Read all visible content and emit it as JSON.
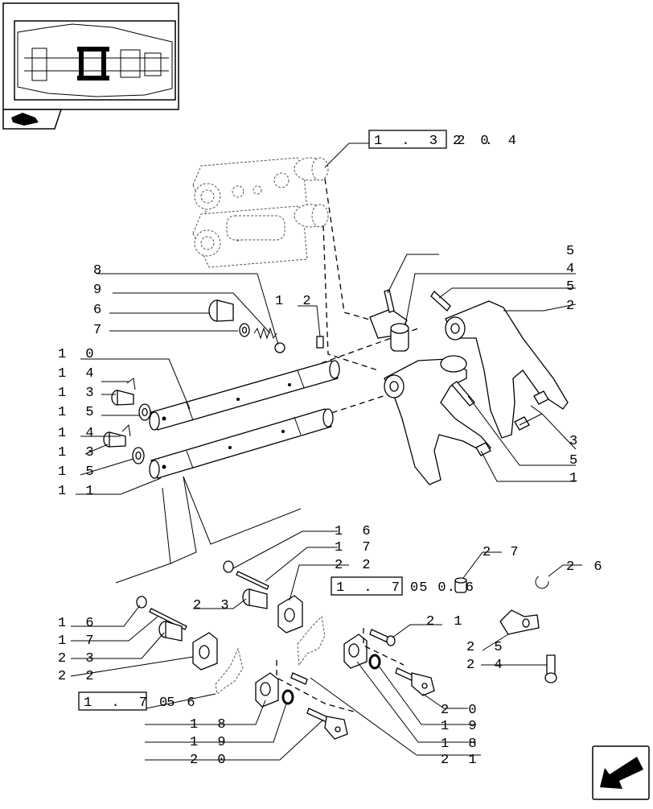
{
  "refs": {
    "r1": "1 . 3 2 .",
    "r1_tail": "2   0 4",
    "r2": "1 . 7 5 .",
    "r2_tail": "0   0 6",
    "r3": "1 . 7 5",
    "r3_tail": "0 6"
  },
  "callouts": {
    "c1": "1",
    "c2": "2",
    "c3": "3",
    "c4": "4",
    "c5a": "5",
    "c5b": "5",
    "c5c": "5",
    "c6": "6",
    "c7": "7",
    "c8": "8",
    "c9": "9",
    "c10": "1 0",
    "c11": "1 1",
    "c12": "1 2",
    "c13a": "1 3",
    "c13b": "1 3",
    "c14a": "1 4",
    "c14b": "1 4",
    "c15a": "1 5",
    "c15b": "1 5",
    "c16a": "1 6",
    "c16b": "1 6",
    "c17a": "1 7",
    "c17b": "1 7",
    "c18a": "1 8",
    "c18b": "1 8",
    "c19a": "1 9",
    "c19b": "1 9",
    "c20a": "2 0",
    "c20b": "2 0",
    "c21a": "2 1",
    "c21b": "2 1",
    "c22a": "2 2",
    "c22b": "2 2",
    "c23a": "2 3",
    "c23b": "2 3",
    "c24": "2 4",
    "c25": "2 5",
    "c26": "2 6",
    "c27": "2 7"
  },
  "icons": {
    "thumbnail": "transmission-locator-thumbnail",
    "book": "book-page-icon",
    "nav": "navigation-arrow-icon"
  }
}
